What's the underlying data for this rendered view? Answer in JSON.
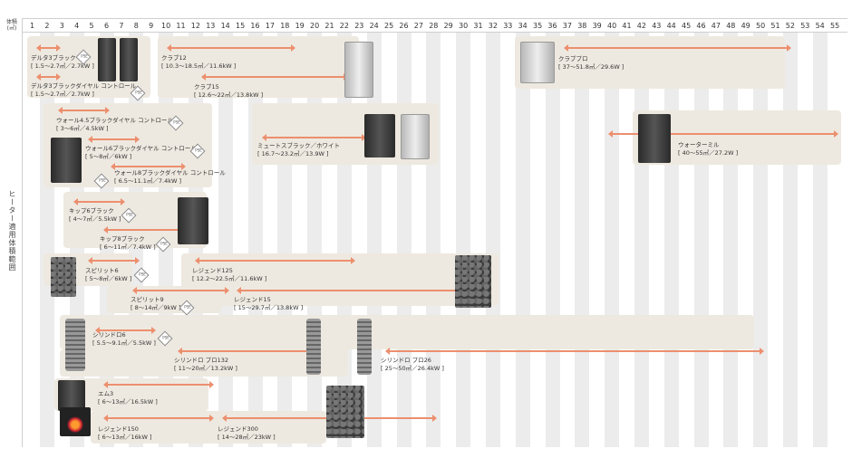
{
  "header": {
    "volume_label": "体積",
    "unit_label": "(㎥)",
    "columns": [
      "1",
      "2",
      "3",
      "4",
      "5",
      "6",
      "7",
      "8",
      "9",
      "10",
      "11",
      "12",
      "13",
      "14",
      "15",
      "16",
      "17",
      "18",
      "19",
      "20",
      "21",
      "22",
      "23",
      "24",
      "25",
      "26",
      "27",
      "28",
      "29",
      "30",
      "31",
      "32",
      "33",
      "34",
      "35",
      "36",
      "37",
      "38",
      "39",
      "40",
      "41",
      "42",
      "43",
      "44",
      "45",
      "46",
      "47",
      "48",
      "49",
      "50",
      "51",
      "52",
      "53",
      "54",
      "55"
    ]
  },
  "y_axis_label": "ヒーター適用体積範囲",
  "colors": {
    "arrow": "#ec8f6e",
    "panel": "#eee9e0",
    "stripe": "#ececec"
  },
  "badge_text": "PSE",
  "products": {
    "delta3": {
      "name": "デルタ3ブラック",
      "spec": "[ 1.5～2.7㎥／2.7kW ]",
      "range": [
        1.5,
        2.7
      ]
    },
    "delta3dial": {
      "name": "デルタ3ブラックダイヤル コントロール",
      "spec": "[ 1.5～2.7㎥／2.7kW ]",
      "range": [
        1.5,
        2.7
      ]
    },
    "club12": {
      "name": "クラブ12",
      "spec": "[ 10.3～18.5㎥／11.6kW ]",
      "range": [
        10.3,
        18.5
      ]
    },
    "club15": {
      "name": "クラブ15",
      "spec": "[ 12.6～22㎥／13.8kW ]",
      "range": [
        12.6,
        22
      ]
    },
    "clubpro": {
      "name": "クラブプロ",
      "spec": "[ 37～51.8㎥／29.6W ]",
      "range": [
        37,
        51.8
      ]
    },
    "wall45": {
      "name": "ウォール4.5ブラックダイヤル コントロール",
      "spec": "[ 3～6㎥／4.5kW ]",
      "range": [
        3,
        6
      ]
    },
    "wall6": {
      "name": "ウォール6ブラックダイヤル コントロール",
      "spec": "[ 5～8㎥／6kW ]",
      "range": [
        5,
        8
      ]
    },
    "wall8": {
      "name": "ウォール8ブラックダイヤル コントロール",
      "spec": "[ 6.5～11.1㎥／7.4kW ]",
      "range": [
        6.5,
        11.1
      ]
    },
    "mute": {
      "name": "ミュートスブラック／ホワイト",
      "spec": "[ 16.7～23.2㎥／13.9W ]",
      "range": [
        16.7,
        23.2
      ]
    },
    "water": {
      "name": "ウォーターミル",
      "spec": "[ 40～55㎥／27.2W ]",
      "range": [
        40,
        55
      ]
    },
    "kip6": {
      "name": "キップ6ブラック",
      "spec": "[ 4～7㎥／5.5kW ]",
      "range": [
        4,
        7
      ]
    },
    "kip8": {
      "name": "キップ8ブラック",
      "spec": "[ 6～11㎥／7.4kW ]",
      "range": [
        6,
        11
      ]
    },
    "spirit6": {
      "name": "スピリット6",
      "spec": "[ 5～8㎥／6kW ]",
      "range": [
        5,
        8
      ]
    },
    "spirit9": {
      "name": "スピリット9",
      "spec": "[ 8～14㎥／9kW ]",
      "range": [
        8,
        14
      ]
    },
    "legend125": {
      "name": "レジェンド125",
      "spec": "[ 12.2～22.5㎥／11.6kW ]",
      "range": [
        12.2,
        22.5
      ]
    },
    "legend15": {
      "name": "レジェンド15",
      "spec": "[ 15～29.7㎥／13.8kW ]",
      "range": [
        15,
        29.7
      ]
    },
    "cyl6": {
      "name": "シリンドロ6",
      "spec": "[ 5.5～9.1㎥／5.5kW ]",
      "range": [
        5.5,
        9.1
      ]
    },
    "cyl132": {
      "name": "シリンドロ プロ132",
      "spec": "[ 11～20㎥／13.2kW ]",
      "range": [
        11,
        20
      ]
    },
    "cyl26": {
      "name": "シリンドロ プロ26",
      "spec": "[ 25～50㎥／26.4kW ]",
      "range": [
        25,
        50
      ]
    },
    "m3": {
      "name": "エム3",
      "spec": "[ 6～13㎥／16.5kW ]",
      "range": [
        6,
        13
      ]
    },
    "legend150": {
      "name": "レジェンド150",
      "spec": "[ 6～13㎥／16kW ]",
      "range": [
        6,
        13
      ]
    },
    "legend300": {
      "name": "レジェンド300",
      "spec": "[ 14～28㎥／23kW ]",
      "range": [
        14,
        28
      ]
    }
  }
}
